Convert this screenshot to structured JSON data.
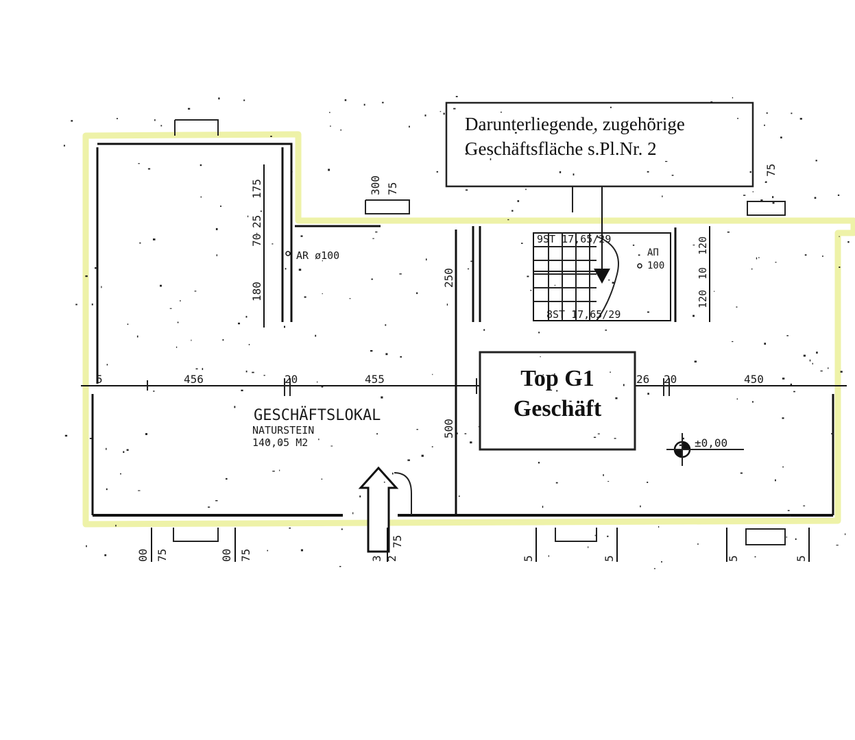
{
  "callout": {
    "line1": "Darunterliegende, zugehörige",
    "line2": "Geschäftsfläche s.Pl.Nr. 2"
  },
  "unit_label": {
    "line1": "Top G1",
    "line2": "Geschäft"
  },
  "room": {
    "name": "GESCHÄFTSLOKAL",
    "floor": "NATURSTEIN",
    "area": "140,05 M2"
  },
  "level_mark": "±0,00",
  "stair": {
    "top": "9ST 17,65/29",
    "bottom": "8ST 17,65/29"
  },
  "duct_left": "AR ø100",
  "duct_right": {
    "a": "AП",
    "b": "100"
  },
  "dims": {
    "horizontal": [
      "5",
      "456",
      "20",
      "455",
      "26",
      "20",
      "450"
    ],
    "left_vertical": [
      "175",
      "25",
      "70",
      "180"
    ],
    "top_vertical": [
      "300",
      "75",
      "75"
    ],
    "mid_vertical": [
      "250",
      "500"
    ],
    "right_vertical": [
      "120",
      "10",
      "120"
    ],
    "bottom": [
      "00",
      "75",
      "00",
      "75",
      "3",
      "2",
      "75",
      "5",
      "5",
      "5",
      "5"
    ]
  },
  "colors": {
    "highlight": "#eef2a8",
    "ink": "#111111"
  }
}
